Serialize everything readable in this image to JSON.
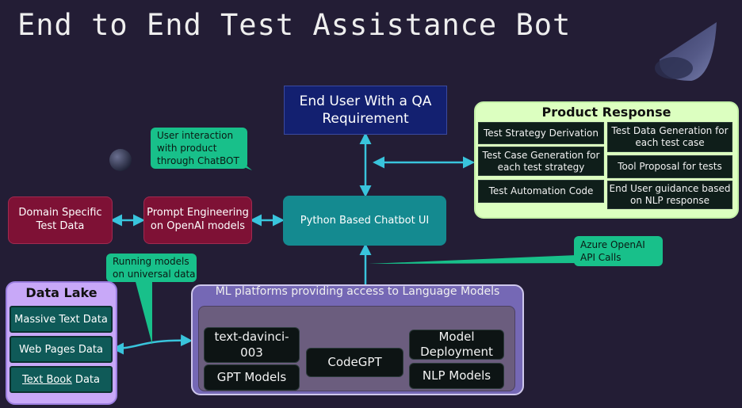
{
  "title": "End to End Test Assistance Bot",
  "end_user": "End User With a QA Requirement",
  "chatbot": "Python Based Chatbot UI",
  "domain": "Domain Specific Test Data",
  "prompt": "Prompt Engineering on OpenAI models",
  "callouts": {
    "user_interaction": "User interaction with product through ChatBOT",
    "running_models": "Running models on universal data",
    "azure": "Azure OpenAI API Calls"
  },
  "product_response": {
    "title": "Product Response",
    "items": [
      "Test Strategy Derivation",
      "Test Data Generation for each test case",
      "Test Case Generation for each test strategy",
      "Tool Proposal for tests",
      "Test Automation Code",
      "End User guidance based on NLP response"
    ]
  },
  "data_lake": {
    "title": "Data Lake",
    "items": [
      "Massive Text Data",
      "Web Pages Data"
    ],
    "textbook_link": "Text Book",
    "textbook_suffix": " Data"
  },
  "ml_platforms": {
    "title": "ML platforms providing access to Language Models",
    "items": [
      "text-davinci-003",
      "GPT Models",
      "CodeGPT",
      "Model Deployment",
      "NLP Models"
    ]
  },
  "colors": {
    "background": "#231d35",
    "arrow": "#39c4dc",
    "navy": "#132070",
    "teal": "#148a90",
    "maroon": "#7e1135",
    "callout": "#18c08a",
    "product_panel": "#dcffc0",
    "data_lake_panel": "#c8a8f8",
    "ml_panel": "#7568b5"
  }
}
